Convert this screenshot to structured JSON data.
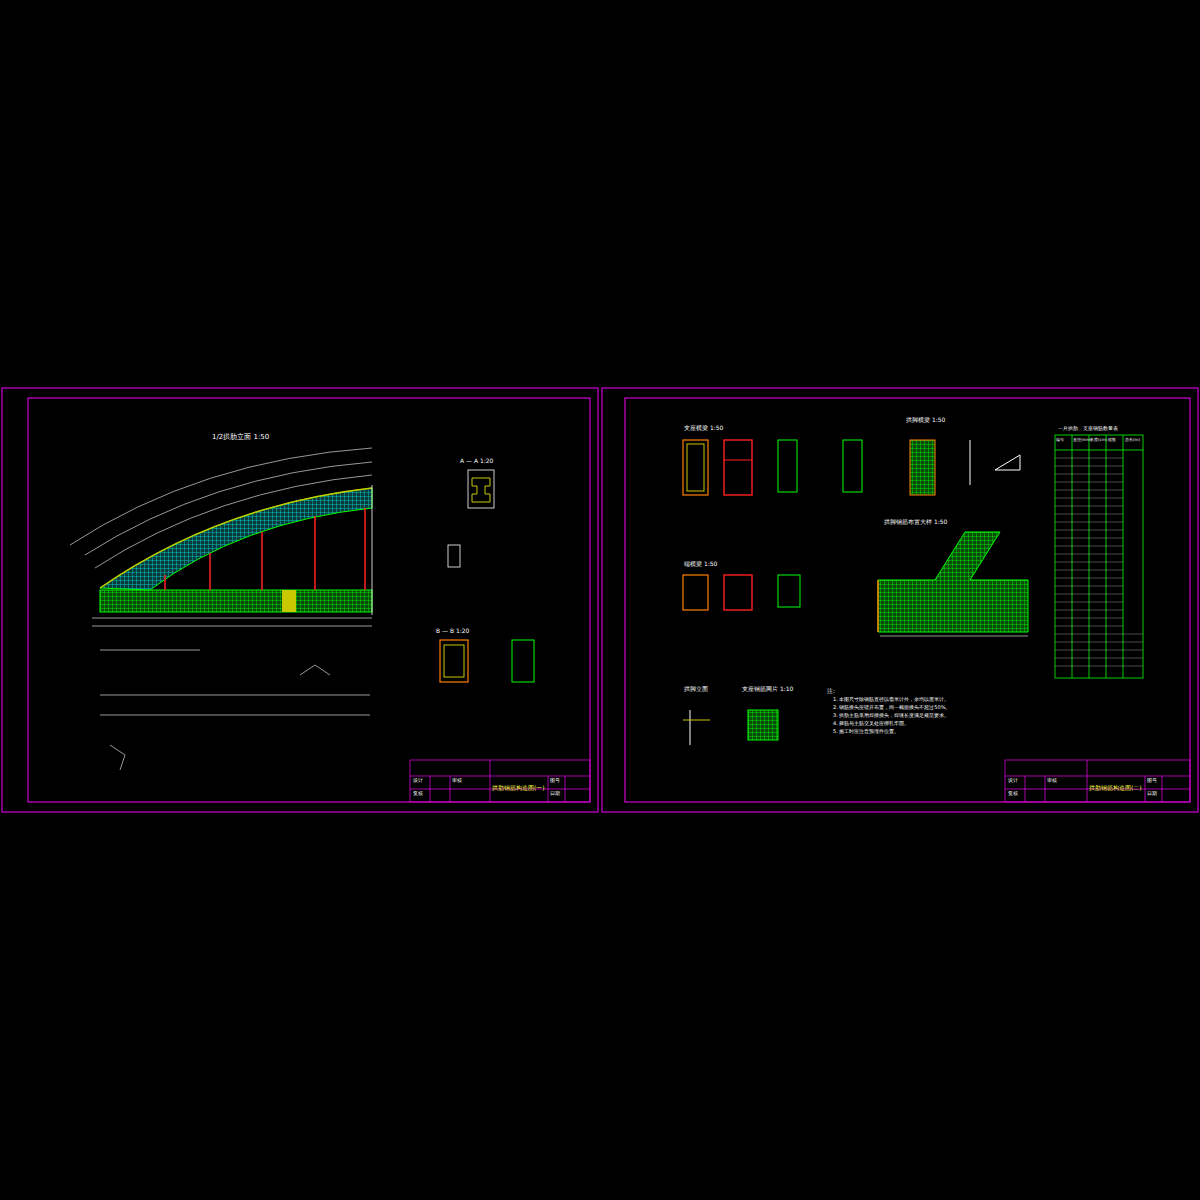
{
  "diagram": {
    "labels": [
      "1/2拱肋立面 1:50",
      "A — A 1:20",
      "B — B 1:20",
      "支座横梁 1:50",
      "拱脚横梁 1:50",
      "端横梁 1:50",
      "拱脚钢筋布置大样 1:50",
      "一片拱肋、支座钢筋数量表",
      "拱脚立面",
      "支座钢筋网片 1:10",
      "注:",
      "1. 本图尺寸除钢筋直径以毫米计外，余均以厘米计。",
      "2. 钢筋接头应错开布置，同一截面接头不超过50%。",
      "3. 拱肋主筋采用焊接接头，焊缝长度满足规范要求。",
      "4. 箍筋与主筋交叉处应绑扎牢固。",
      "5. 施工时应注意预埋件位置。",
      "编号",
      "直径(mm)",
      "长度(cm)",
      "根数",
      "总长(m)",
      "设计",
      "复核",
      "审核",
      "拱肋钢筋构造图(一)",
      "图号",
      "日期",
      "设计",
      "复核",
      "审核",
      "拱肋钢筋构造图(二)",
      "图号",
      "日期"
    ]
  }
}
